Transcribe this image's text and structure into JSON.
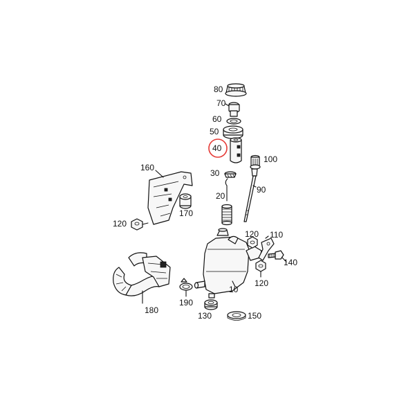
{
  "diagram": {
    "highlight_color": "#e53935",
    "line_color": "#111111",
    "highlighted_callout": "40",
    "callouts": {
      "c80": "80",
      "c70": "70",
      "c60": "60",
      "c50": "50",
      "c40": "40",
      "c100": "100",
      "c30": "30",
      "c90": "90",
      "c160": "160",
      "c20": "20",
      "c170": "170",
      "c120a": "120",
      "c120b": "120",
      "c110": "110",
      "c140": "140",
      "c120c": "120",
      "c10": "10",
      "c180": "180",
      "c190": "190",
      "c130": "130",
      "c150": "150"
    }
  }
}
